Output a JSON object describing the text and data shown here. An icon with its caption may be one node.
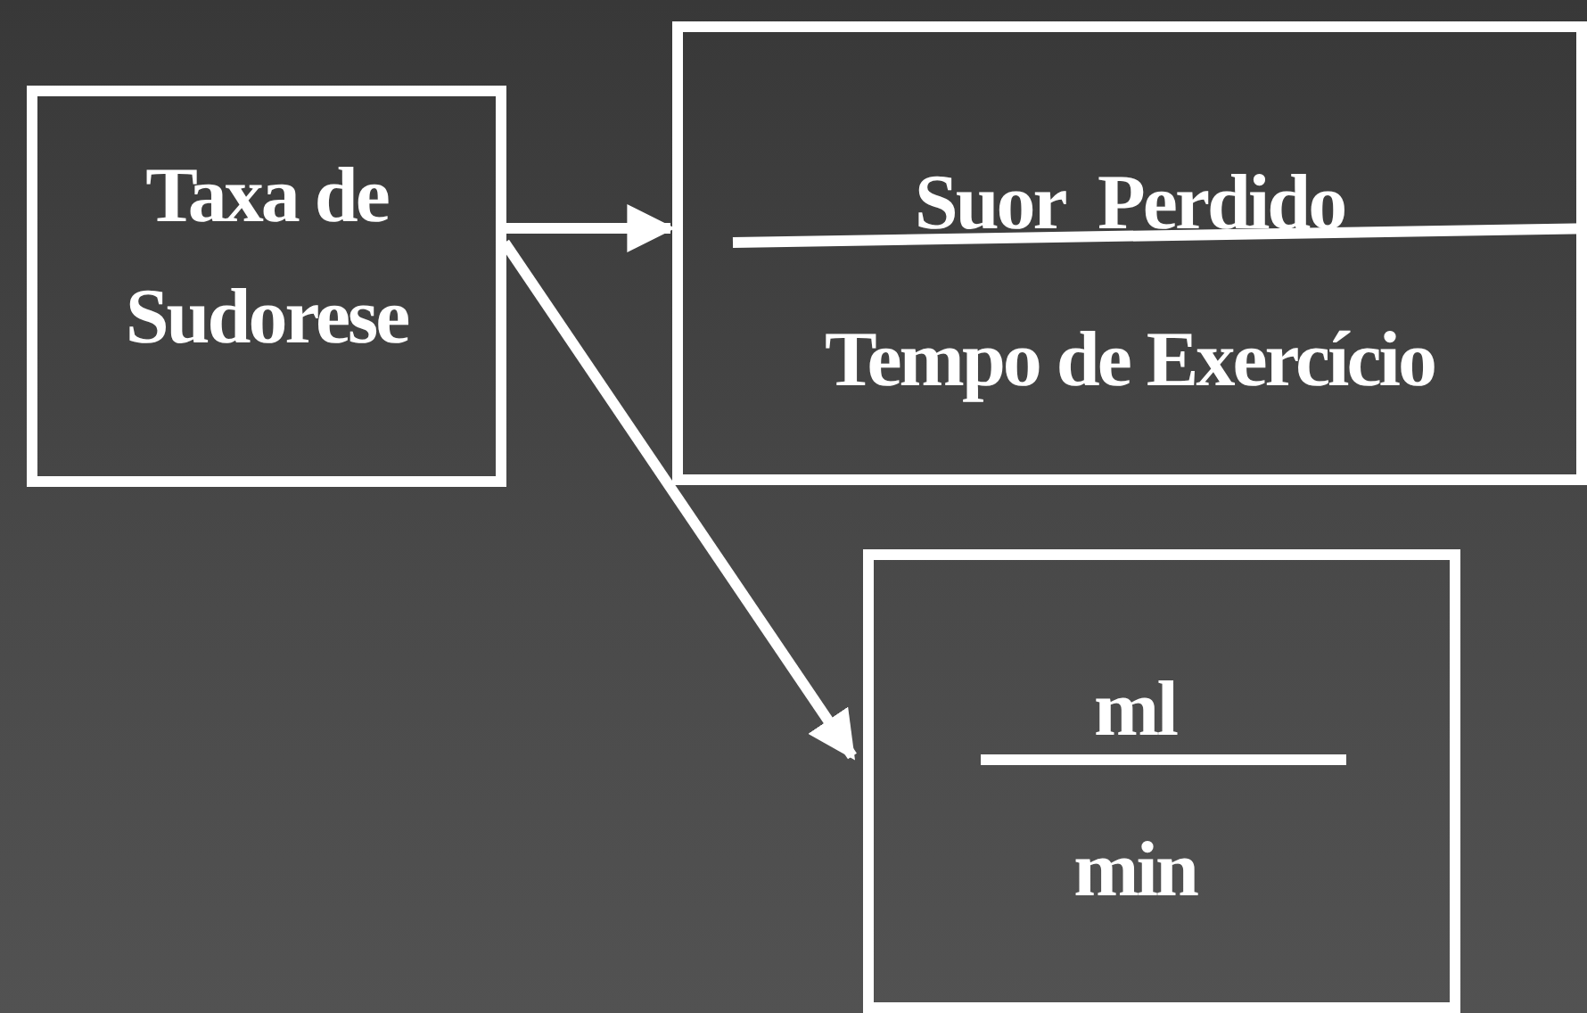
{
  "diagram": {
    "nodes": [
      {
        "text": [
          "Taxa de Sudorese"
        ]
      },
      {
        "text": [
          "Suor  Perdido",
          "Tempo de Exercício"
        ]
      },
      {
        "text": [
          "ml",
          "min"
        ]
      }
    ],
    "edges": [
      {
        "from": 0,
        "to": 1,
        "arrow": "to"
      },
      {
        "from": 0,
        "to": 2,
        "arrow": "to"
      }
    ]
  }
}
